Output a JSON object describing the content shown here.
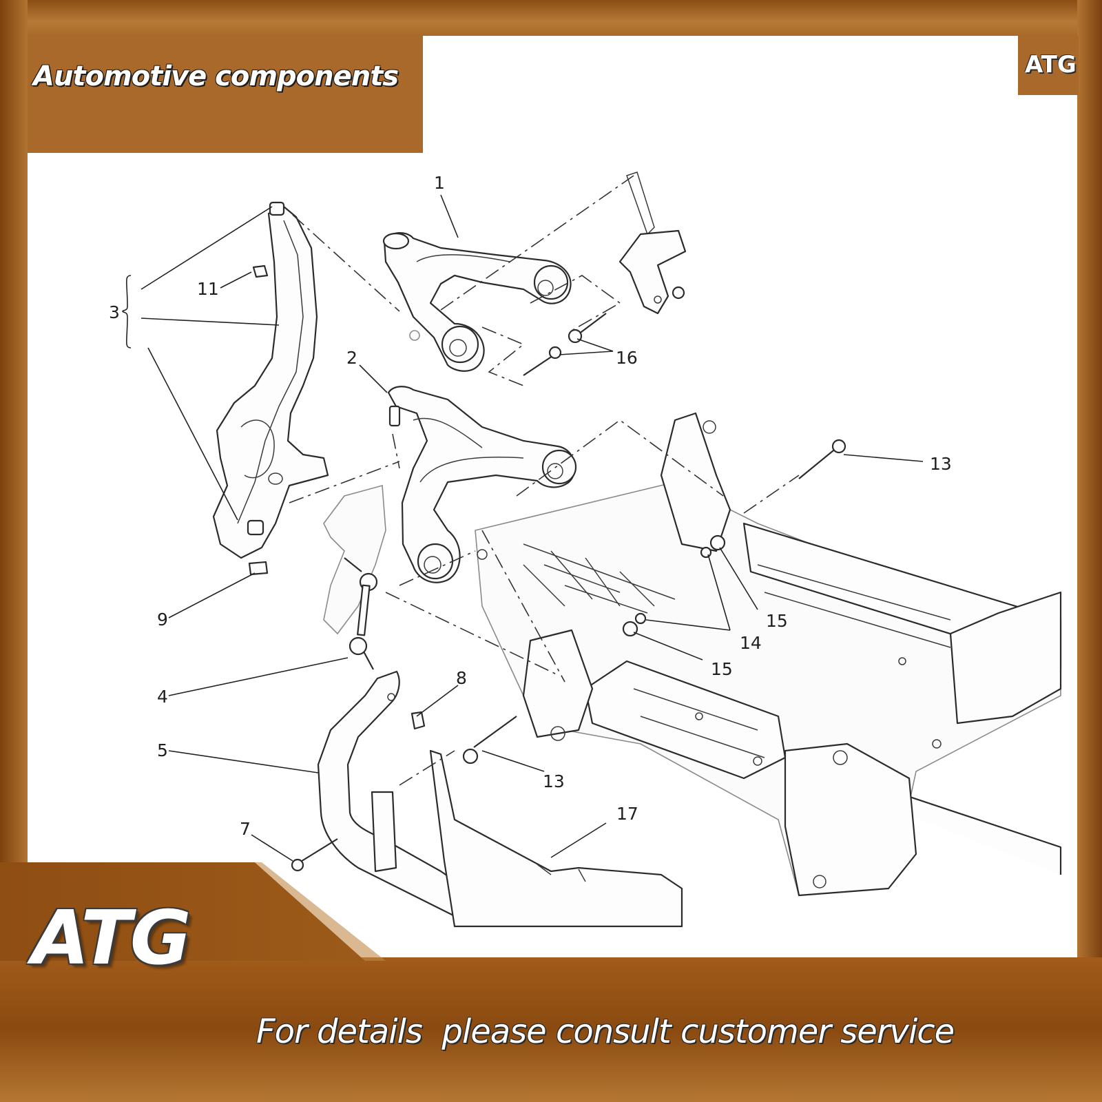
{
  "header": {
    "title": "Automotive components"
  },
  "corner_logo": {
    "text": "ATG"
  },
  "brand_logo": {
    "text": "ATG"
  },
  "footer": {
    "text": "For details  please consult customer service"
  },
  "colors": {
    "frame": "#a9692b",
    "frame_dark": "#7a400e",
    "canvas": "#ffffff",
    "line": "#2b2b2b"
  },
  "callouts": {
    "c1": "1",
    "c2": "2",
    "c3": "3",
    "c4": "4",
    "c5": "5",
    "c7": "7",
    "c8": "8",
    "c9": "9",
    "c11": "11",
    "c13a": "13",
    "c13b": "13",
    "c14": "14",
    "c15a": "15",
    "c15b": "15",
    "c16": "16",
    "c17": "17"
  }
}
